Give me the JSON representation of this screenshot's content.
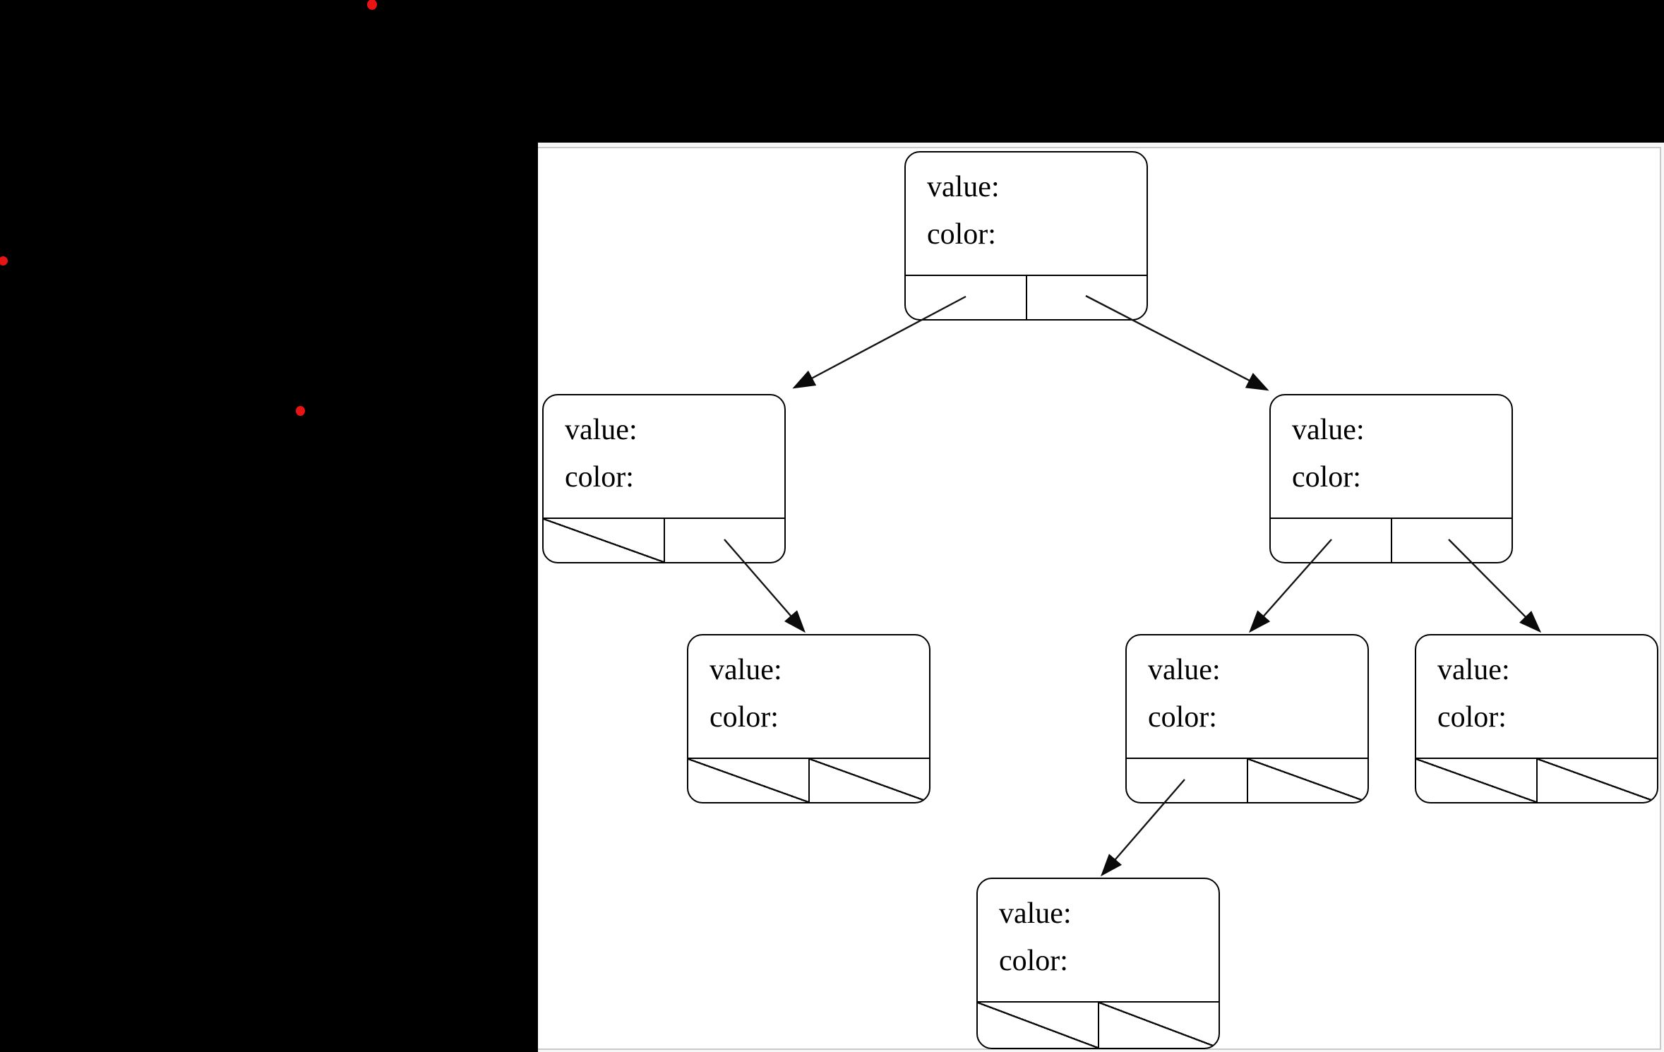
{
  "window": {
    "background_color": "#000000"
  },
  "canvas": {
    "frame_color": "#f7f7f7",
    "border_color": "#c9c9c9",
    "background_color": "#ffffff"
  },
  "annotations": {
    "dot_color": "#e81414",
    "dot_count": 3
  },
  "diagram": {
    "type": "binary-tree-node-diagram",
    "nodes": [
      {
        "id": "root",
        "value_label": "value:",
        "color_label": "color:",
        "left_pointer": "child",
        "right_pointer": "child"
      },
      {
        "id": "left-child",
        "value_label": "value:",
        "color_label": "color:",
        "left_pointer": "null",
        "right_pointer": "child"
      },
      {
        "id": "right-child",
        "value_label": "value:",
        "color_label": "color:",
        "left_pointer": "child",
        "right_pointer": "child"
      },
      {
        "id": "left-right-grandchild",
        "value_label": "value:",
        "color_label": "color:",
        "left_pointer": "null",
        "right_pointer": "null"
      },
      {
        "id": "right-left-grandchild",
        "value_label": "value:",
        "color_label": "color:",
        "left_pointer": "child",
        "right_pointer": "null"
      },
      {
        "id": "right-right-grandchild",
        "value_label": "value:",
        "color_label": "color:",
        "left_pointer": "null",
        "right_pointer": "null"
      },
      {
        "id": "right-left-left-node",
        "value_label": "value:",
        "color_label": "color:",
        "left_pointer": "null",
        "right_pointer": "null"
      }
    ],
    "edges": [
      {
        "from": "root.left",
        "to": "left-child"
      },
      {
        "from": "root.right",
        "to": "right-child"
      },
      {
        "from": "left-child.right",
        "to": "left-right-grandchild"
      },
      {
        "from": "right-child.left",
        "to": "right-left-grandchild"
      },
      {
        "from": "right-child.right",
        "to": "right-right-grandchild"
      },
      {
        "from": "right-left-grandchild.left",
        "to": "right-left-left-node"
      }
    ]
  }
}
